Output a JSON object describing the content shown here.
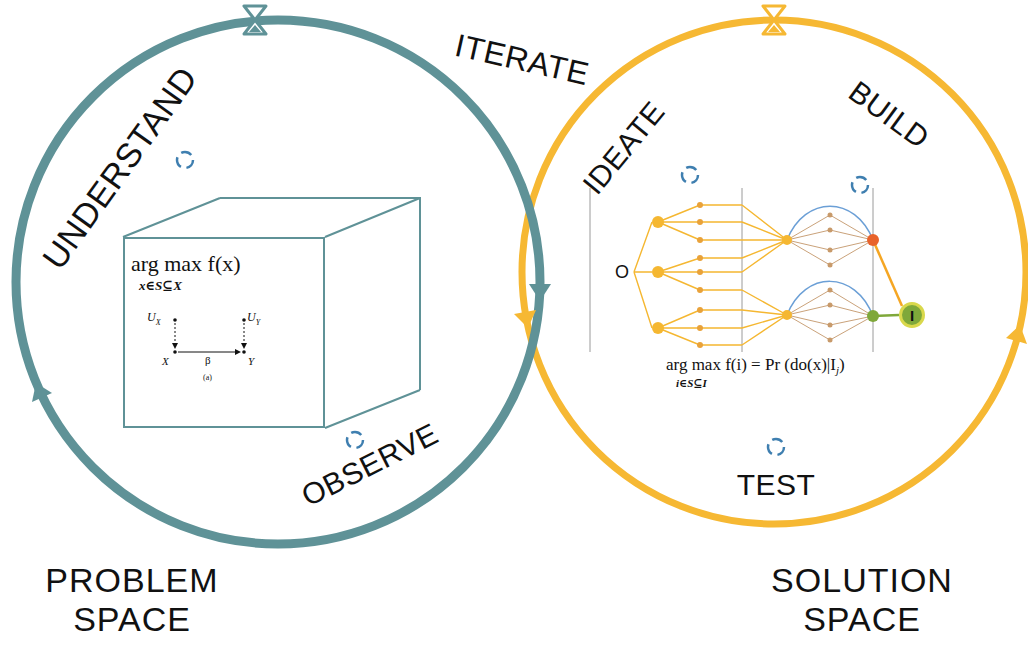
{
  "diagram": {
    "nodes": [
      {
        "text": [
          "arg max f(x)",
          "x∈S⊆X",
          "U",
          "X",
          "U",
          "Y",
          "X",
          "β",
          "Y",
          "(a)"
        ]
      },
      {
        "text": [
          "I"
        ]
      }
    ],
    "labels": [
      "ITERATE",
      "UNDERSTAND",
      "OBSERVE",
      "IDEATE",
      "BUILD",
      "TEST",
      "PROBLEM SPACE",
      "SOLUTION SPACE",
      "O",
      "arg max f(i) = Pr (do(x)|I",
      "j",
      ")",
      "i∈S⊆I"
    ]
  }
}
